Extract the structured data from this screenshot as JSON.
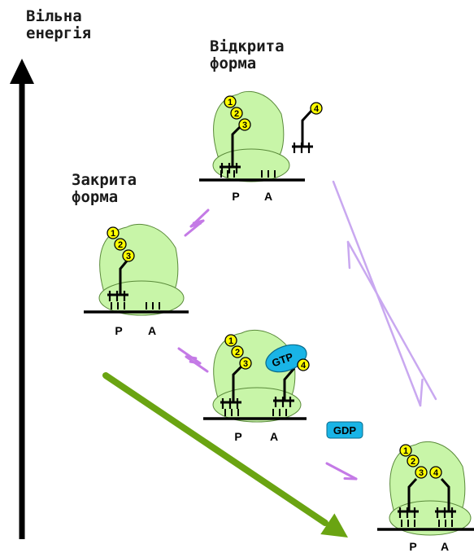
{
  "y_axis": {
    "line1": "Вільна",
    "line2": "енергія"
  },
  "states": {
    "open": {
      "line1": "Відкрита",
      "line2": "форма"
    },
    "closed": {
      "line1": "Закрита",
      "line2": "форма"
    }
  },
  "site_labels": {
    "p": "P",
    "a": "A"
  },
  "trna_numbers": [
    "1",
    "2",
    "3",
    "4"
  ],
  "factors": {
    "gtp": "GTP",
    "gdp": "GDP"
  },
  "colors": {
    "ribosome": "#c8f5a8",
    "ribosome_outline": "#5a8a3a",
    "trna_ball": "#ffff00",
    "factor": "#19b4e6",
    "arrow_purple": "#c47ae6",
    "arrow_lilac": "#c9a8f0",
    "arrow_green": "#6aa412",
    "axis": "#000000"
  }
}
